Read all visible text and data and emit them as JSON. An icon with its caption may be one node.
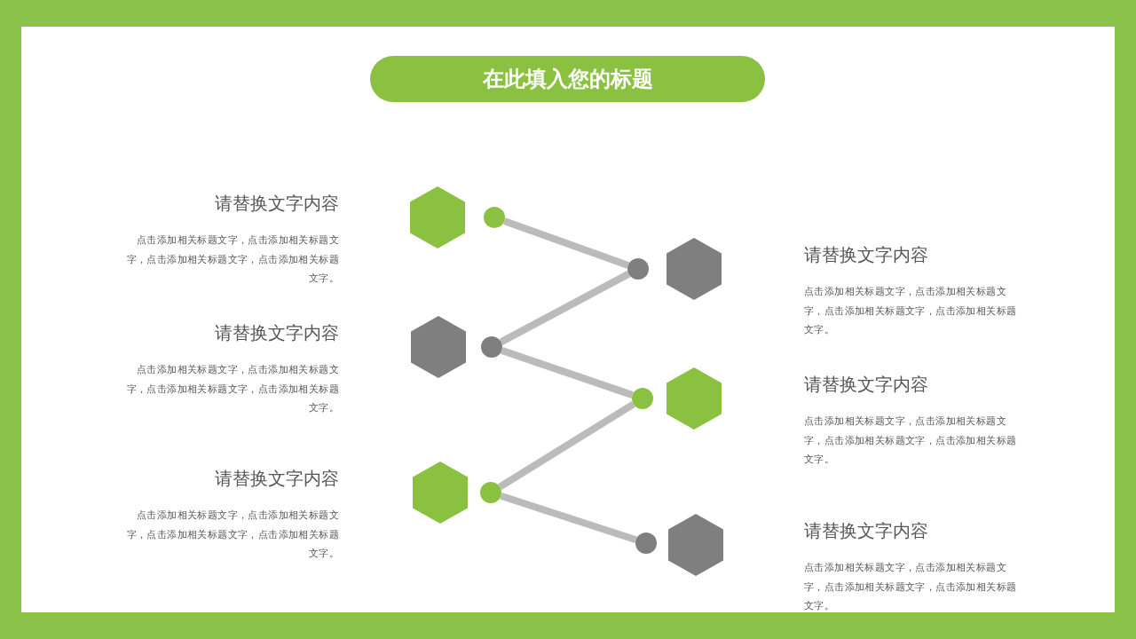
{
  "diagram": {
    "title": "在此填入您的标题",
    "nodes": [
      {
        "text": [],
        "shape": "hexagon",
        "beside": [
          "请替换文字内容",
          "点击添加相关标题文字，点击添加相关标题文字，点击添加相关标题文字，点击添加相关标题文字。"
        ]
      },
      {
        "text": [],
        "shape": "circle"
      },
      {
        "text": [],
        "shape": "circle"
      },
      {
        "text": [],
        "shape": "hexagon",
        "beside": [
          "请替换文字内容",
          "点击添加相关标题文字，点击添加相关标题文字，点击添加相关标题文字，点击添加相关标题文字。"
        ]
      },
      {
        "text": [],
        "shape": "hexagon",
        "beside": [
          "请替换文字内容",
          "点击添加相关标题文字，点击添加相关标题文字，点击添加相关标题文字，点击添加相关标题文字。"
        ]
      },
      {
        "text": [],
        "shape": "circle"
      },
      {
        "text": [],
        "shape": "circle"
      },
      {
        "text": [],
        "shape": "hexagon",
        "beside": [
          "请替换文字内容",
          "点击添加相关标题文字，点击添加相关标题文字，点击添加相关标题文字，点击添加相关标题文字。"
        ]
      },
      {
        "text": [],
        "shape": "hexagon",
        "beside": [
          "请替换文字内容",
          "点击添加相关标题文字，点击添加相关标题文字，点击添加相关标题文字，点击添加相关标题文字。"
        ]
      },
      {
        "text": [],
        "shape": "circle"
      },
      {
        "text": [],
        "shape": "circle"
      },
      {
        "text": [],
        "shape": "hexagon",
        "beside": [
          "请替换文字内容",
          "点击添加相关标题文字，点击添加相关标题文字，点击添加相关标题文字，点击添加相关标题文字。"
        ]
      }
    ],
    "edges": [
      {
        "from": 1,
        "to": 2,
        "arrow": "none"
      },
      {
        "from": 2,
        "to": 5,
        "arrow": "none"
      },
      {
        "from": 5,
        "to": 6,
        "arrow": "none"
      },
      {
        "from": 6,
        "to": 9,
        "arrow": "none"
      },
      {
        "from": 9,
        "to": 10,
        "arrow": "none"
      }
    ]
  }
}
